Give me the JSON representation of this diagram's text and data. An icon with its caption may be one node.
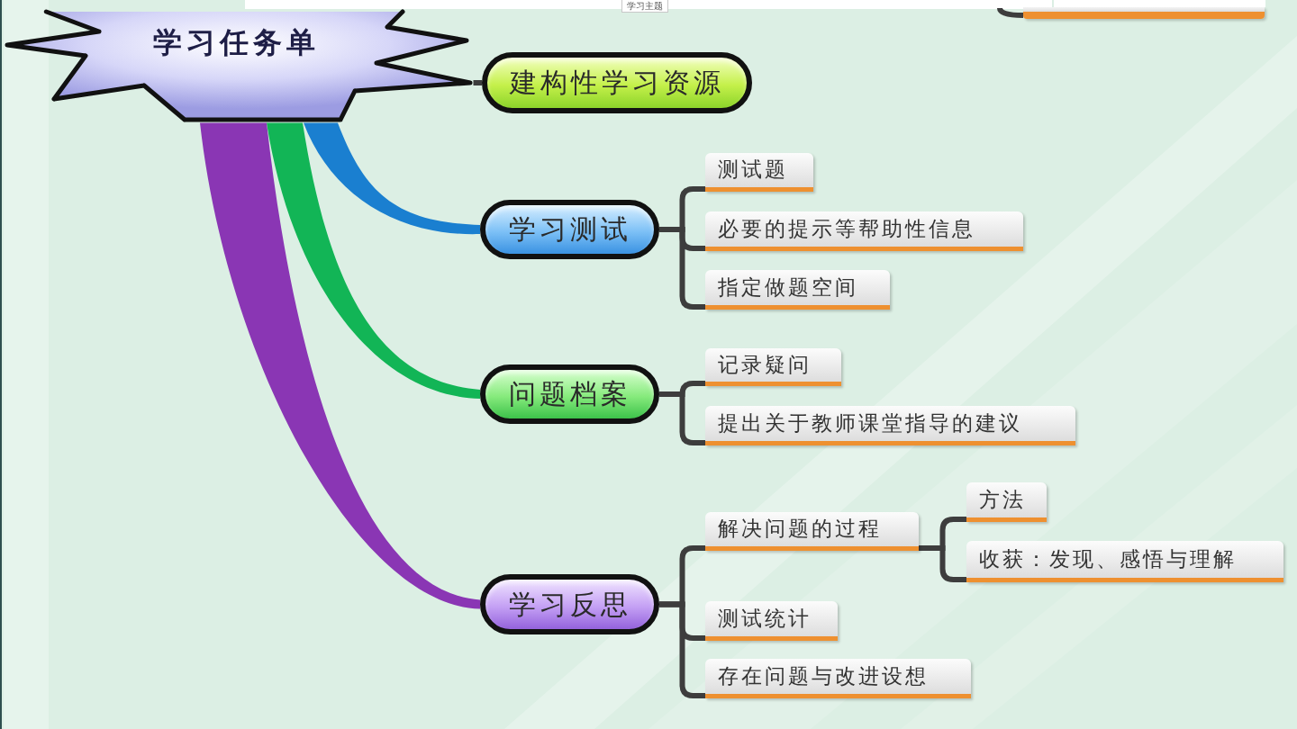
{
  "diagram": {
    "nodes": [
      {
        "text": [
          "学习任务单"
        ]
      },
      {
        "text": [],
        "shape": "bar"
      },
      {
        "text": [
          "建构性学习资源"
        ]
      },
      {
        "text": [
          "学习测试"
        ]
      },
      {
        "text": [
          "测试题"
        ]
      },
      {
        "text": [
          "必要的提示等帮助性信息"
        ]
      },
      {
        "text": [
          "指定做题空间"
        ]
      },
      {
        "text": [
          "问题档案"
        ]
      },
      {
        "text": [
          "记录疑问"
        ]
      },
      {
        "text": [
          "提出关于教师课堂指导的建议"
        ]
      },
      {
        "text": [
          "学习反思"
        ]
      },
      {
        "text": [
          "解决问题的过程"
        ]
      },
      {
        "text": [
          "方法"
        ]
      },
      {
        "text": [
          "收获：发现、感悟与理解"
        ]
      },
      {
        "text": [
          "测试统计"
        ]
      },
      {
        "text": [
          "存在问题与改进设想"
        ]
      }
    ],
    "edges": [
      {
        "from": null,
        "to": 1,
        "arrow": "none"
      },
      {
        "from": 0,
        "to": 2,
        "arrow": "none"
      },
      {
        "from": 0,
        "to": 3,
        "arrow": "none",
        "style": "thick",
        "color": "#1a7fd0"
      },
      {
        "from": 0,
        "to": 7,
        "arrow": "none",
        "style": "thick",
        "color": "#12b556"
      },
      {
        "from": 0,
        "to": 10,
        "arrow": "none",
        "style": "thick",
        "color": "#8a36b4"
      },
      {
        "from": 3,
        "to": 4,
        "arrow": "none"
      },
      {
        "from": 3,
        "to": 5,
        "arrow": "none"
      },
      {
        "from": 3,
        "to": 6,
        "arrow": "none"
      },
      {
        "from": 7,
        "to": 8,
        "arrow": "none"
      },
      {
        "from": 7,
        "to": 9,
        "arrow": "none"
      },
      {
        "from": 10,
        "to": 11,
        "arrow": "none"
      },
      {
        "from": 11,
        "to": 12,
        "arrow": "none"
      },
      {
        "from": 11,
        "to": 13,
        "arrow": "none"
      },
      {
        "from": 10,
        "to": 14,
        "arrow": "none"
      },
      {
        "from": 10,
        "to": 15,
        "arrow": "none"
      }
    ],
    "labels": [
      "学习主题"
    ]
  }
}
